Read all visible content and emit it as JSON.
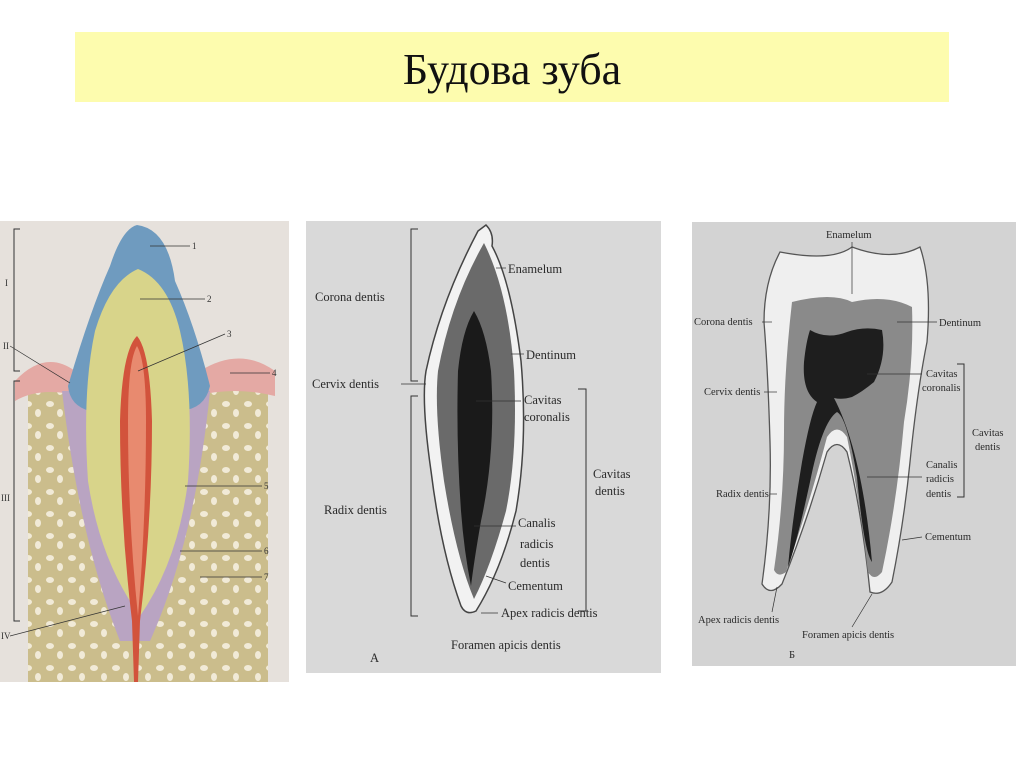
{
  "title": "Будова зуба",
  "panel1": {
    "numbers": [
      "1",
      "2",
      "3",
      "4",
      "5",
      "6",
      "7"
    ],
    "romans": [
      "I",
      "II",
      "III",
      "IV"
    ]
  },
  "panel2": {
    "corona": "Corona dentis",
    "cervix": "Cervix dentis",
    "radix": "Radix dentis",
    "enamelum": "Enamelum",
    "dentinum": "Dentinum",
    "cavitas_coronalis": [
      "Cavitas",
      "coronalis"
    ],
    "cavitas_dentis": [
      "Cavitas",
      "dentis"
    ],
    "canalis": [
      "Canalis",
      "radicis",
      "dentis"
    ],
    "cementum": "Cementum",
    "apex": "Apex radicis dentis",
    "foramen": "Foramen apicis dentis",
    "letter": "A"
  },
  "panel3": {
    "enamelum": "Enamelum",
    "corona": "Corona dentis",
    "dentinum": "Dentinum",
    "cervix": "Cervix dentis",
    "cavitas_coronalis": [
      "Cavitas",
      "coronalis"
    ],
    "cavitas_dentis": [
      "Cavitas",
      "dentis"
    ],
    "canalis": [
      "Canalis",
      "radicis",
      "dentis"
    ],
    "radix": "Radix dentis",
    "cementum": "Cementum",
    "apex": "Apex radicis dentis",
    "foramen": "Foramen apicis dentis",
    "letter": "Б"
  },
  "colors": {
    "title_bg": "#fdfcae",
    "enamel": "#6f9bbf",
    "dentin": "#d8d48a",
    "pulp": "#d2533c",
    "bone": "#cbbd8c"
  }
}
